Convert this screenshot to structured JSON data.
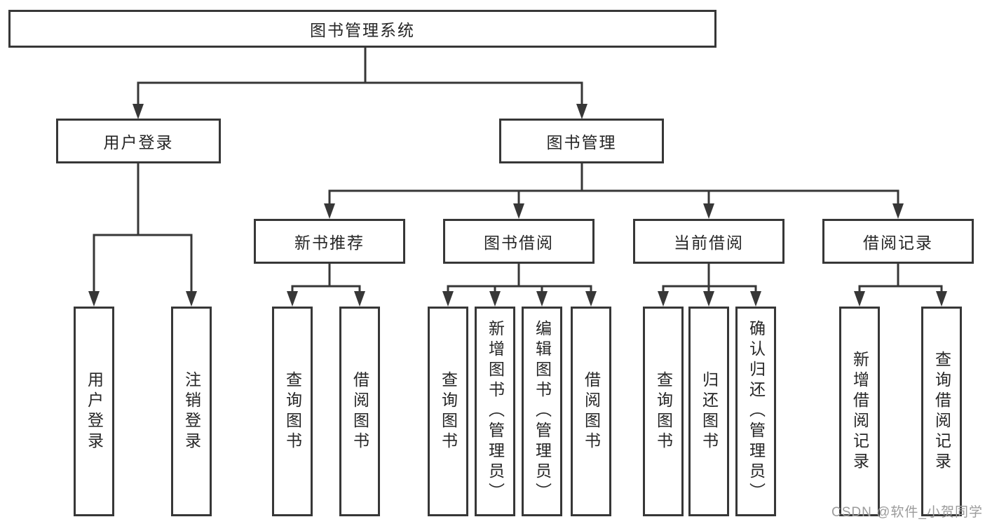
{
  "diagram": {
    "root": {
      "label": "图书管理系统"
    },
    "level2": [
      {
        "label": "用户登录"
      },
      {
        "label": "图书管理"
      }
    ],
    "user_login_children": [
      {
        "label": "用户登录"
      },
      {
        "label": "注销登录"
      }
    ],
    "sections": [
      {
        "label": "新书推荐",
        "children": [
          {
            "label": "查询图书"
          },
          {
            "label": "借阅图书"
          }
        ]
      },
      {
        "label": "图书借阅",
        "children": [
          {
            "label": "查询图书"
          },
          {
            "label": "新增图书（管理员）"
          },
          {
            "label": "编辑图书（管理员）"
          },
          {
            "label": "借阅图书"
          }
        ]
      },
      {
        "label": "当前借阅",
        "children": [
          {
            "label": "查询图书"
          },
          {
            "label": "归还图书"
          },
          {
            "label": "确认归还（管理员）"
          }
        ]
      },
      {
        "label": "借阅记录",
        "children": [
          {
            "label": "新增借阅记录"
          },
          {
            "label": "查询借阅记录"
          }
        ]
      }
    ],
    "watermark": "CSDN @软件_小贺同学"
  },
  "colors": {
    "line": "#373737",
    "text": "#262626",
    "watermark": "#9b9b9b",
    "background": "#ffffff"
  }
}
